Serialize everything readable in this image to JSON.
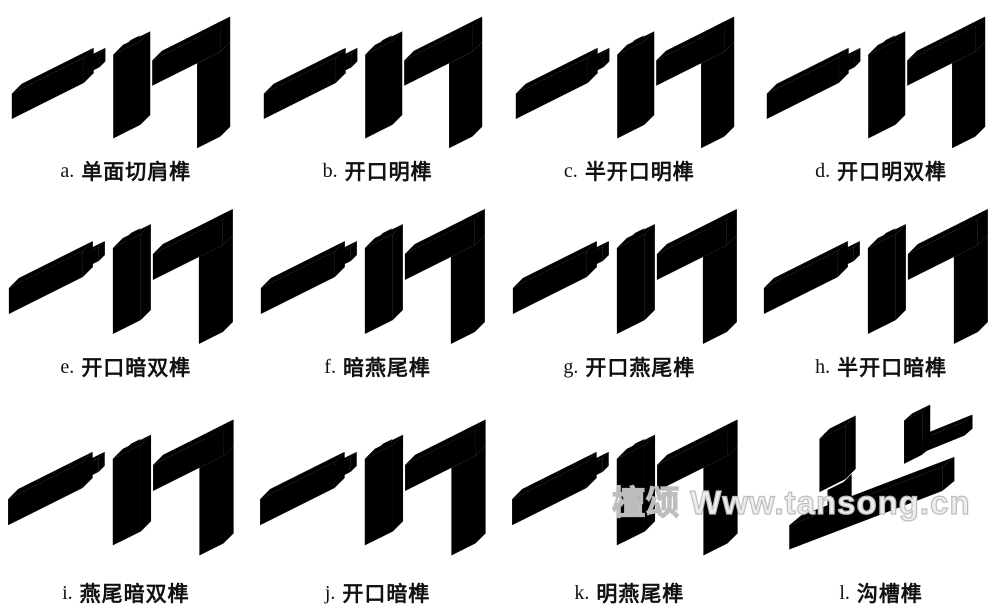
{
  "page": {
    "background": "#ffffff",
    "line_color": "#1c1c1c"
  },
  "watermark": {
    "text": "檀颂 Www.tansong.cn",
    "color": "#c9c9c9"
  },
  "figure": {
    "description": "12 isometric line drawings of wood tenon joint types, 4 columns x 3 rows, each with a lettered Chinese caption",
    "cells": [
      {
        "letter": "a.",
        "name": "单面切肩榫",
        "variant": "standard"
      },
      {
        "letter": "b.",
        "name": "开口明榫",
        "variant": "standard"
      },
      {
        "letter": "c.",
        "name": "半开口明榫",
        "variant": "standard"
      },
      {
        "letter": "d.",
        "name": "开口明双榫",
        "variant": "standard"
      },
      {
        "letter": "e.",
        "name": "开口暗双榫",
        "variant": "standard"
      },
      {
        "letter": "f.",
        "name": "暗燕尾榫",
        "variant": "standard"
      },
      {
        "letter": "g.",
        "name": "开口燕尾榫",
        "variant": "standard"
      },
      {
        "letter": "h.",
        "name": "半开口暗榫",
        "variant": "standard"
      },
      {
        "letter": "i.",
        "name": "燕尾暗双榫",
        "variant": "standard"
      },
      {
        "letter": "j.",
        "name": "开口暗榫",
        "variant": "standard"
      },
      {
        "letter": "k.",
        "name": "明燕尾榫",
        "variant": "standard"
      },
      {
        "letter": "l.",
        "name": "沟槽榫",
        "variant": "groove"
      }
    ]
  }
}
